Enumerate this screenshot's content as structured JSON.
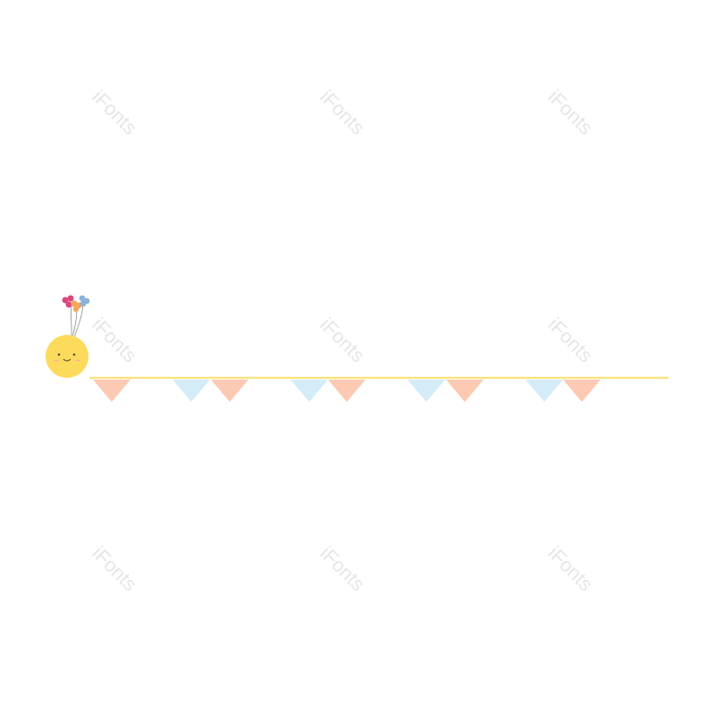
{
  "watermark": {
    "text": "iFonts"
  },
  "colors": {
    "background": "#ffffff",
    "string": "#fbe27a",
    "flag_peach": "#fcc9b2",
    "flag_blue": "#d4ecf8",
    "sun": "#fcdb5c",
    "cheek": "#f7a7a0",
    "balloon_pink": "#d9497f",
    "balloon_orange": "#f6a55f",
    "balloon_blue": "#8fb2d9",
    "watermark": "#e6e6e6"
  },
  "decoration": {
    "flag_sequence": [
      "peach",
      "blue",
      "peach",
      "blue",
      "peach",
      "blue",
      "peach",
      "blue",
      "peach"
    ],
    "icons": [
      "sun-face-icon",
      "balloon-cluster-icon",
      "bunting-banner"
    ]
  }
}
